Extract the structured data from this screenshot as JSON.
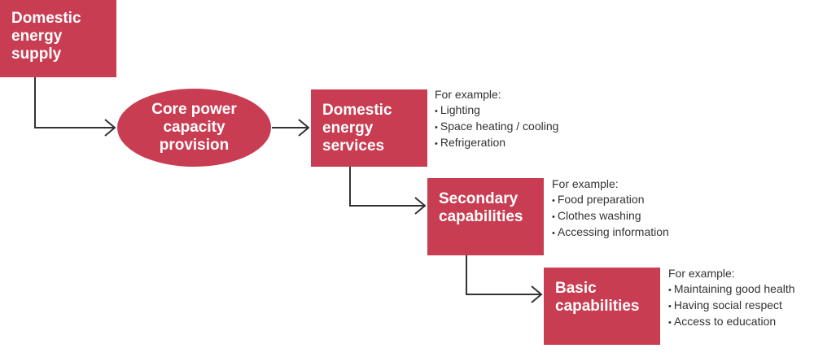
{
  "diagram": {
    "nodes": {
      "supply": "Domestic\nenergy\nsupply",
      "core": "Core power\ncapacity\nprovision",
      "services": "Domestic\nenergy\nservices",
      "secondary": "Secondary\ncapabilities",
      "basic": "Basic\ncapabilities"
    },
    "examples": {
      "services": {
        "heading": "For example:",
        "items": [
          "Lighting",
          "Space heating / cooling",
          "Refrigeration"
        ]
      },
      "secondary": {
        "heading": "For example:",
        "items": [
          "Food preparation",
          "Clothes washing",
          "Accessing information"
        ]
      },
      "basic": {
        "heading": "For example:",
        "items": [
          "Maintaining good health",
          "Having social respect",
          "Access to education"
        ]
      }
    },
    "colors": {
      "node_fill": "#c93d52",
      "connector": "#333333"
    }
  }
}
